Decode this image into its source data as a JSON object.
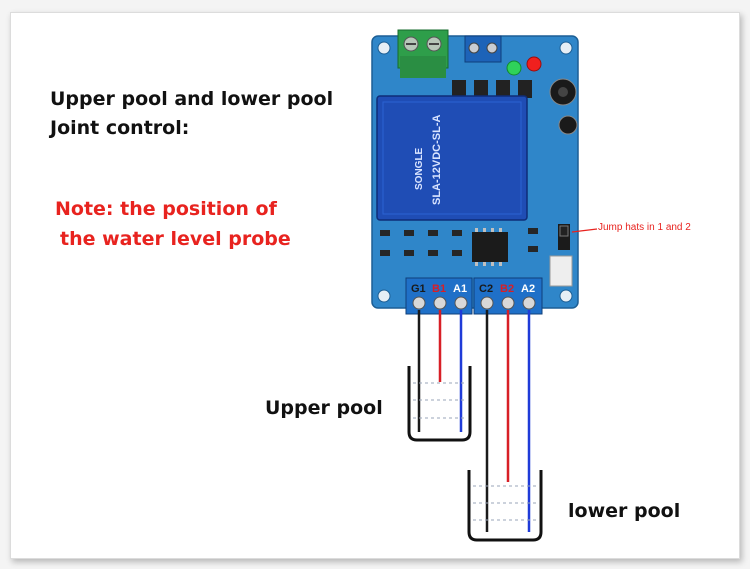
{
  "title": {
    "line1": "Upper pool and lower pool",
    "line2": "Joint control:"
  },
  "note": {
    "line1": "Note: the position of",
    "line2": "the water level probe"
  },
  "jumper_note": "Jump hats in 1 and 2",
  "terminals": [
    {
      "label": "G1",
      "color": "#1a1a1a"
    },
    {
      "label": "B1",
      "color": "#d81f26"
    },
    {
      "label": "A1",
      "color": "#1f3bd8"
    },
    {
      "label": "C2",
      "color": "#1a1a1a"
    },
    {
      "label": "B2",
      "color": "#d81f26"
    },
    {
      "label": "A2",
      "color": "#1f3bd8"
    }
  ],
  "relay_text": {
    "brand": "SONGLE",
    "model": "SLA-12VDC-SL-A"
  },
  "pools": {
    "upper_label": "Upper pool",
    "lower_label": "lower pool"
  },
  "colors": {
    "board": "#2f86c9",
    "relay": "#1f4db5",
    "note_red": "#e8231f"
  }
}
